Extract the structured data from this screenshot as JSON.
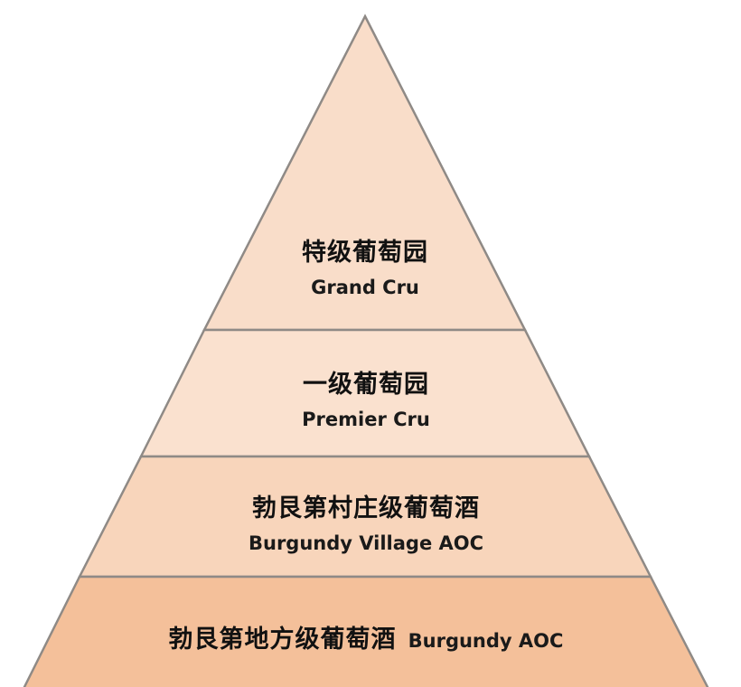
{
  "pyramid": {
    "tiers": [
      {
        "zh": "特级葡萄园",
        "en": "Grand Cru",
        "fill": "#f9ddc9"
      },
      {
        "zh": "一级葡萄园",
        "en": "Premier Cru",
        "fill": "#fae1cf"
      },
      {
        "zh": "勃艮第村庄级葡萄酒",
        "en": "Burgundy Village AOC",
        "fill": "#f8d5bb"
      },
      {
        "zh": "勃艮第地方级葡萄酒",
        "en": "Burgundy AOC",
        "fill": "#f4c09a"
      }
    ],
    "outline_color": "#8f8a86"
  }
}
